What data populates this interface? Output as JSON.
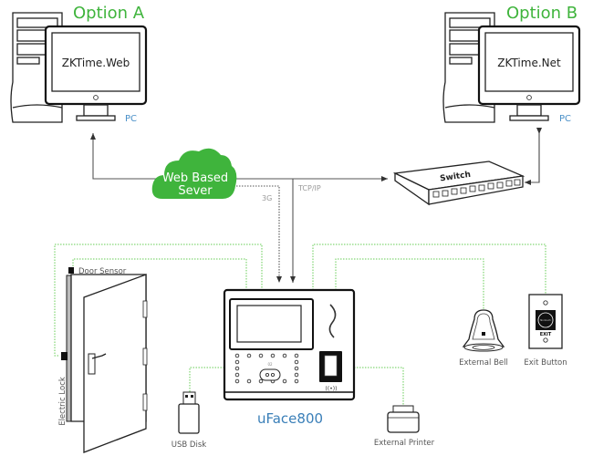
{
  "title": "uFace800 connection diagram",
  "option_a": {
    "title": "Option A",
    "software": "ZKTime.Web",
    "computer_label": "PC"
  },
  "option_b": {
    "title": "Option B",
    "software": "ZKTime.Net",
    "computer_label": "PC"
  },
  "cloud": {
    "line1": "Web Based",
    "line2": "Sever",
    "color": "#3fb43c"
  },
  "network": {
    "switch_label": "Switch",
    "tcpip_label": "TCP/IP",
    "mobile_label": "3G"
  },
  "device": {
    "name": "uFace800",
    "small_text": "02",
    "rfid_symbol": "((•))"
  },
  "peripherals": {
    "door_sensor": "Door Sensor",
    "electric_lock": "Electric Lock",
    "usb_disk": "USB Disk",
    "external_printer": "External Printer",
    "external_bell": "External Bell",
    "exit_button": "Exit Button",
    "exit_button_text": "EXIT",
    "exit_button_inner": "No-touch"
  },
  "colors": {
    "accent_green": "#3fb43c",
    "wire_green": "#66cc55",
    "label_blue": "#3a7fb8"
  }
}
